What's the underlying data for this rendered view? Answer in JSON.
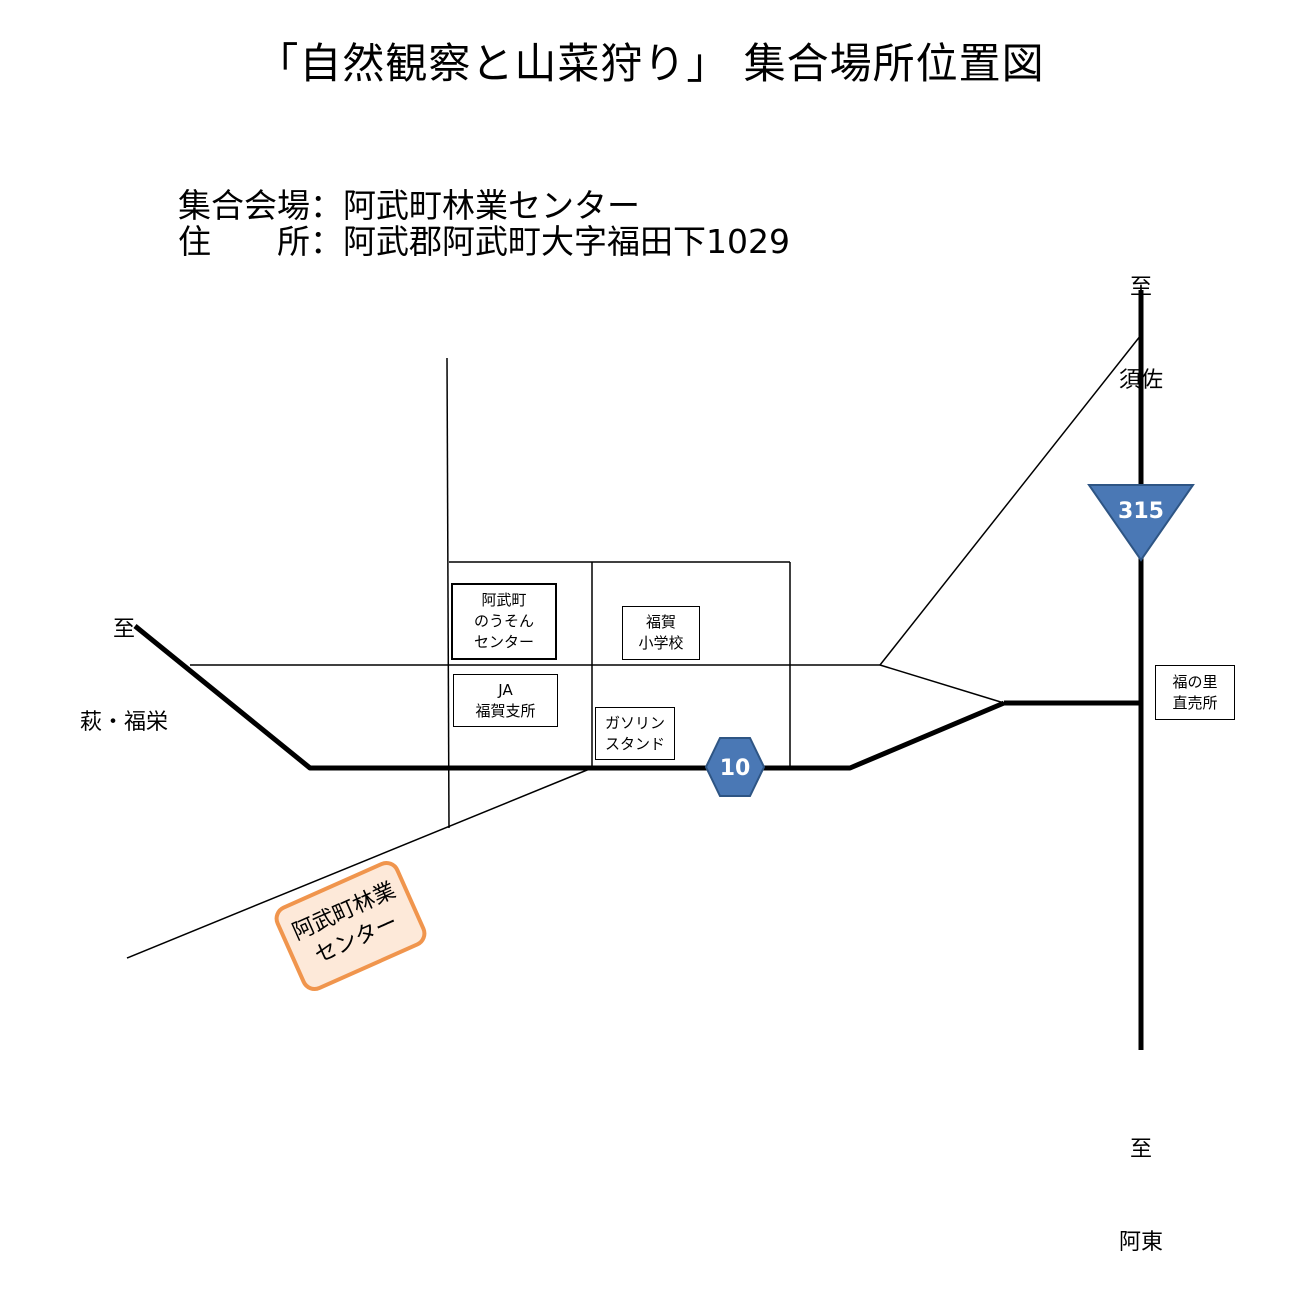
{
  "title": "「自然観察と山菜狩り」 集合場所位置図",
  "info": {
    "venue_line": "集合会場：阿武町林業センター",
    "address_line": "住　　所：阿武郡阿武町大字福田下1029"
  },
  "directions": {
    "north": {
      "to": "至",
      "place": "須佐"
    },
    "west": {
      "to": "至",
      "place": "萩・福栄"
    },
    "south": {
      "to": "至",
      "place": "阿東"
    }
  },
  "landmarks": {
    "nouson_center": [
      "阿武町",
      "のうそん",
      "センター"
    ],
    "fukuga_school": [
      "福賀",
      "小学校"
    ],
    "ja_branch": [
      "JA",
      "福賀支所"
    ],
    "gas_station": [
      "ガソリン",
      "スタンド"
    ],
    "fukunosato": [
      "福の里",
      "直売所"
    ]
  },
  "venue_marker": [
    "阿武町林業",
    "センター"
  ],
  "routes": {
    "national_315": {
      "number": "315",
      "color": "#4a78b5",
      "shape": "triangle-down"
    },
    "prefectural_10": {
      "number": "10",
      "color": "#4a78b5",
      "shape": "hexagon"
    }
  },
  "colors": {
    "venue_fill": "#fde9d9",
    "venue_border": "#f0954d",
    "road": "#000000"
  }
}
